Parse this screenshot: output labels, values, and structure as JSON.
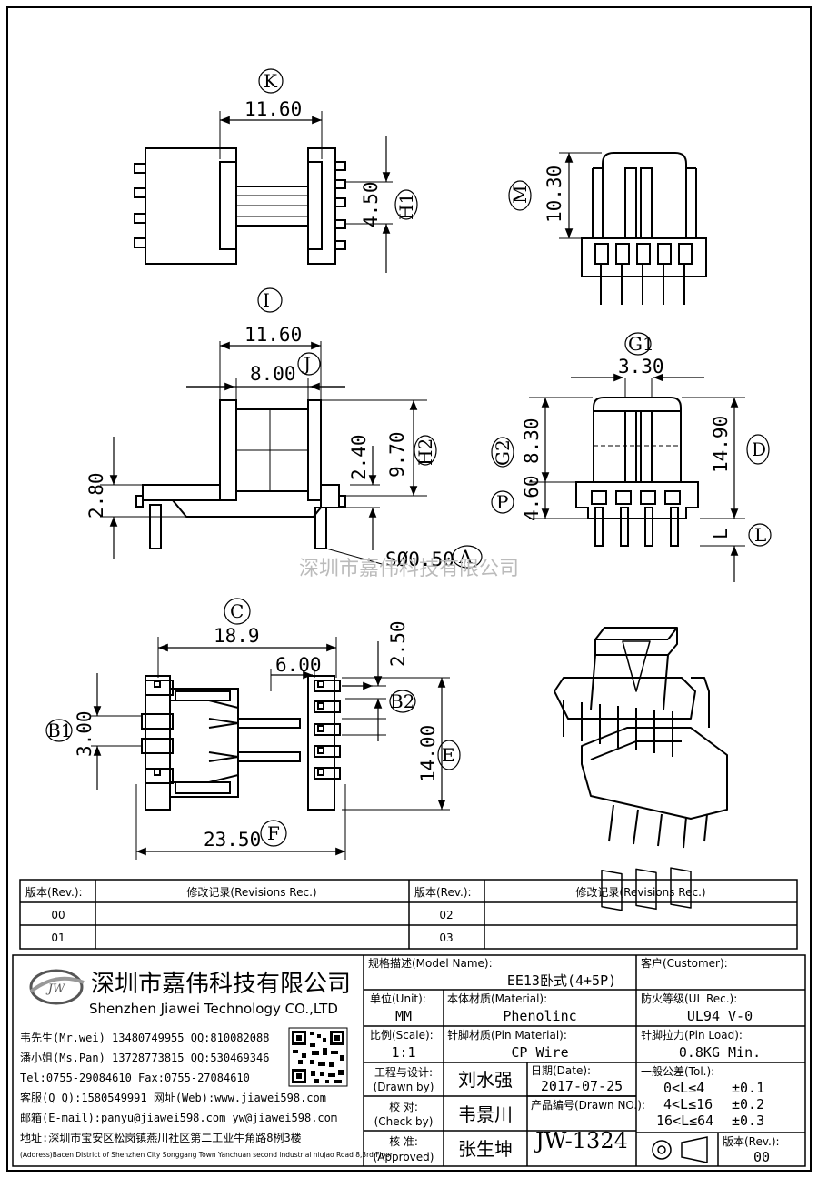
{
  "drawing": {
    "views": {
      "top": {
        "dim_width": "11.60",
        "tag_width": "K",
        "dim_pitch": "4.50",
        "tag_pitch": "H1"
      },
      "side_right": {
        "dim_height": "10.30",
        "tag_height": "M"
      },
      "front": {
        "dim_outer": "11.60",
        "tag_outer": "I",
        "dim_inner": "8.00",
        "tag_inner": "J",
        "dim_left": "2.80",
        "dim_mid": "2.40",
        "dim_tall": "9.70",
        "tag_tall": "H2",
        "dim_pin": "SØ0.50",
        "tag_pin": "A"
      },
      "end": {
        "dim_width": "3.30",
        "tag_width": "G1",
        "dim_upper": "8.30",
        "tag_upper": "G2",
        "dim_lower": "4.60",
        "tag_lower": "P",
        "dim_total": "14.90",
        "tag_total": "D",
        "dim_L": "L",
        "tag_L": "L"
      },
      "bottom": {
        "dim_c": "18.9",
        "tag_c": "C",
        "dim_6": "6.00",
        "dim_250": "2.50",
        "tag_b2": "B2",
        "dim_300": "3.00",
        "tag_b1": "B1",
        "dim_1400": "14.00",
        "tag_e": "E",
        "dim_f": "23.50",
        "tag_f": "F"
      }
    },
    "watermark": "深圳市嘉伟科技有限公司"
  },
  "revisions": {
    "h_rev": "版本(Rev.):",
    "h_rec": "修改记录(Revisions Rec.)",
    "rows": [
      {
        "rev_a": "00",
        "rev_b": "02"
      },
      {
        "rev_a": "01",
        "rev_b": "03"
      }
    ]
  },
  "company": {
    "name_cn": "深圳市嘉伟科技有限公司",
    "name_en": "Shenzhen Jiawei Technology CO.,LTD",
    "logo_text": "JW",
    "contacts": [
      "韦先生(Mr.wei) 13480749955 QQ:810082088",
      "潘小姐(Ms.Pan) 13728773815 QQ:530469346",
      "Tel:0755-29084610    Fax:0755-27084610",
      "客服(Q Q):1580549991  网址(Web):www.jiawei598.com",
      "邮箱(E-mail):panyu@jiawei598.com  yw@jiawei598.com",
      "地址:深圳市宝安区松岗镇燕川社区第二工业牛角路8栵3楼"
    ],
    "address_en": "(Address)Bacen District of Shenzhen City Songgang Town Yanchuan  second industrial niujao Road 8,3rd Floor"
  },
  "title_block": {
    "model_label": "规格描述(Model Name):",
    "model_value": "EE13卧式(4+5P)",
    "customer_label": "客户(Customer):",
    "unit_label": "单位(Unit):",
    "unit_value": "MM",
    "material_label": "本体材质(Material):",
    "material_value": "Phenolinc",
    "ul_label": "防火等级(UL Rec.):",
    "ul_value": "UL94 V-0",
    "scale_label": "比例(Scale):",
    "scale_value": "1:1",
    "pin_material_label": "针脚材质(Pin Material):",
    "pin_material_value": "CP Wire",
    "pin_load_label": "针脚拉力(Pin Load):",
    "pin_load_value": "0.8KG Min.",
    "drawn_label_cn": "工程与设计:",
    "drawn_label_en": "(Drawn by)",
    "drawn_value": "刘水强",
    "date_label": "日期(Date):",
    "date_value": "2017-07-25",
    "check_label_cn": "校  对:",
    "check_label_en": "(Check by)",
    "check_value": "韦景川",
    "drawing_no_label": "产品编号(Drawn NO.):",
    "drawing_no_value": "JW-1324",
    "approve_label_cn": "核  准:",
    "approve_label_en": "(Approved)",
    "approve_value": "张生坤",
    "tol_label": "一般公差(Tol.):",
    "tol_rows": [
      {
        "range": "0<L≤4",
        "tol": "±0.1"
      },
      {
        "range": "4<L≤16",
        "tol": "±0.2"
      },
      {
        "range": "16<L≤64",
        "tol": "±0.3"
      }
    ],
    "rev_label": "版本(Rev.):",
    "rev_value": "00"
  }
}
